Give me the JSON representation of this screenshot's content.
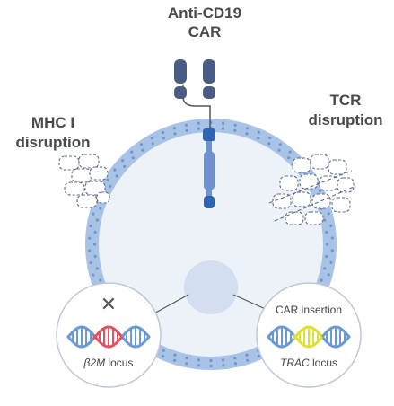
{
  "labels": {
    "car_title": [
      "Anti-CD19",
      "CAR"
    ],
    "mhc_title": [
      "MHC I",
      "disruption"
    ],
    "tcr_title": [
      "TCR",
      "disruption"
    ]
  },
  "insets": {
    "left": {
      "mark": "✕",
      "gene": "β2M",
      "suffix": " locus"
    },
    "right": {
      "caption": "CAR insertion",
      "gene": "TRAC",
      "suffix": " locus"
    }
  },
  "colors": {
    "membrane_outer": "#a9c3e6",
    "membrane_dots": "#6f96cc",
    "cell_fill": "#edf1f8",
    "nucleus": "#d3def0",
    "car_dark": "#4a5c84",
    "car_blue": "#6d92cf",
    "car_mid": "#2f64b3",
    "dna_strand": "#6a9ad4",
    "dna_red": "#e05263",
    "dna_yellow": "#dde12f",
    "inset_border": "#bfc8d6"
  }
}
